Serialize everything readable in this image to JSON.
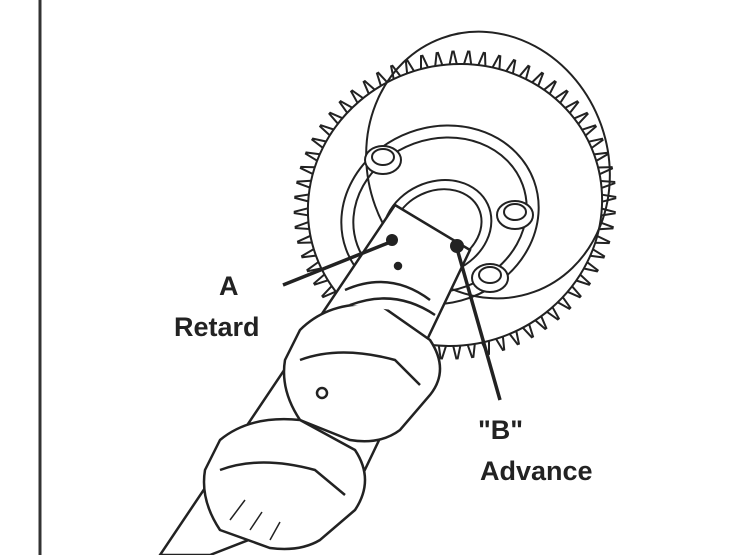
{
  "labels": {
    "a_letter": "A",
    "a_text": "Retard",
    "b_letter": "\"B\"",
    "b_text": "Advance"
  },
  "colors": {
    "line": "#222222",
    "background": "#ffffff"
  }
}
